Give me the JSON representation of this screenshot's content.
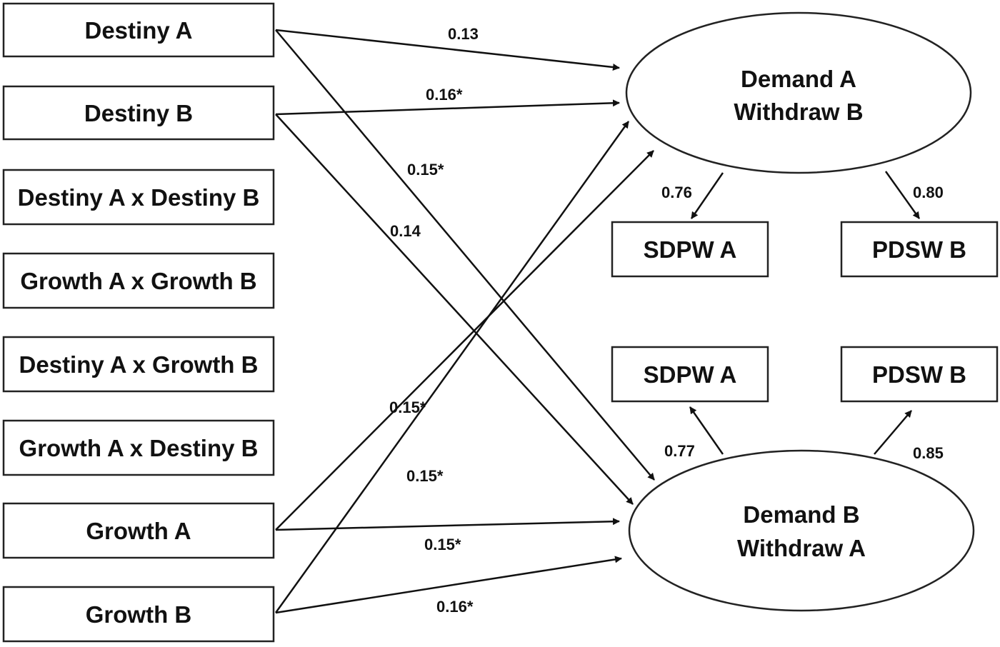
{
  "predictors": [
    {
      "id": "destiny_a",
      "label": "Destiny A"
    },
    {
      "id": "destiny_b",
      "label": "Destiny B"
    },
    {
      "id": "destiny_a_x_destiny_b",
      "label": "Destiny A x Destiny B"
    },
    {
      "id": "growth_a_x_growth_b",
      "label": "Growth A x Growth B"
    },
    {
      "id": "destiny_a_x_growth_b",
      "label": "Destiny A x Growth B"
    },
    {
      "id": "growth_a_x_destiny_b",
      "label": "Growth A x Destiny B"
    },
    {
      "id": "growth_a",
      "label": "Growth A"
    },
    {
      "id": "growth_b",
      "label": "Growth B"
    }
  ],
  "latent": {
    "top": {
      "line1": "Demand A",
      "line2": "Withdraw B"
    },
    "bottom": {
      "line1": "Demand B",
      "line2": "Withdraw A"
    }
  },
  "indicators": {
    "top_left": "SDPW A",
    "top_right": "PDSW B",
    "bottom_left": "SDPW A",
    "bottom_right": "PDSW B"
  },
  "coefficients": {
    "destiny_a_to_top": "0.13",
    "destiny_b_to_top": "0.16*",
    "destiny_a_to_bottom": "0.15*",
    "destiny_b_to_bottom": "0.14",
    "growth_b_to_top": "0.15*",
    "growth_a_to_top": "0.15*",
    "growth_a_to_bottom": "0.15*",
    "growth_b_to_bottom": "0.16*",
    "top_to_left_indicator": "0.76",
    "top_to_right_indicator": "0.80",
    "bottom_to_left_indicator": "0.77",
    "bottom_to_right_indicator": "0.85"
  }
}
